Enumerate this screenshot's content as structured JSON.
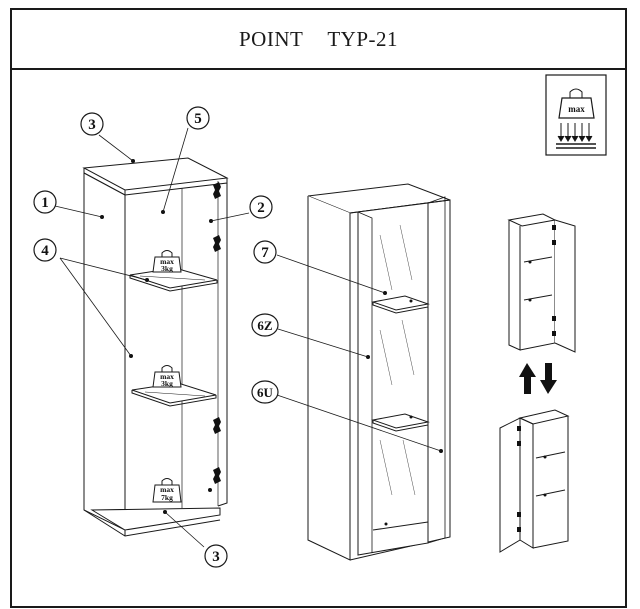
{
  "header": {
    "product_name": "POINT",
    "model": "TYP-21"
  },
  "callouts": {
    "side_panel": "1",
    "hinge_side": "2",
    "top_panel": "3",
    "bottom_panel": "3",
    "glass_shelves": "4",
    "back_panel": "5",
    "glass_shelf_assembled": "7",
    "door_upper": "6Z",
    "door_lower": "6U"
  },
  "load_labels": {
    "max": "max",
    "shelf_upper_load": "3kg",
    "shelf_lower_load": "3kg",
    "bottom_load": "7kg"
  },
  "legend_icon": {
    "label": "max"
  }
}
